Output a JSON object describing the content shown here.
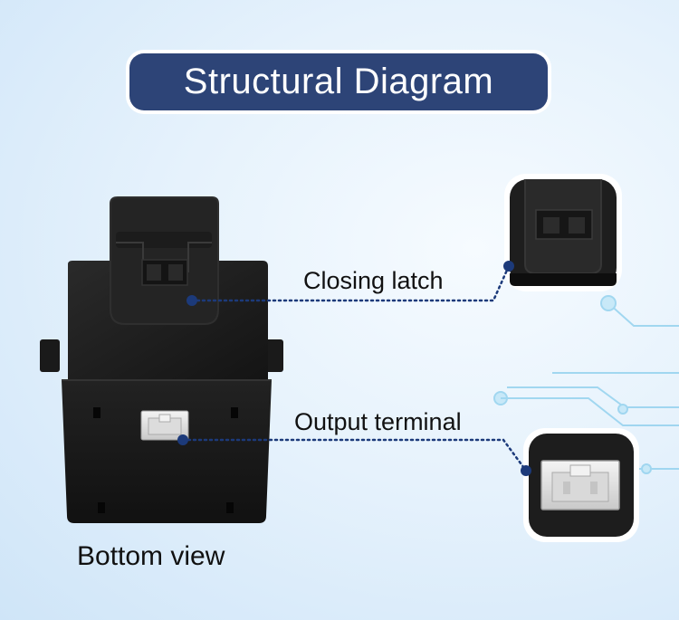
{
  "title": "Structural Diagram",
  "labels": {
    "closing_latch": "Closing latch",
    "output_terminal": "Output terminal",
    "bottom_view": "Bottom view"
  },
  "colors": {
    "title_bg": "#2d4477",
    "accent_dot": "#1c3a7a",
    "device_body": "#1b1b1b",
    "circuit_lines": "#8fd0ee"
  },
  "icons": [
    "current-transformer-device",
    "closing-latch-closeup",
    "output-terminal-closeup"
  ]
}
